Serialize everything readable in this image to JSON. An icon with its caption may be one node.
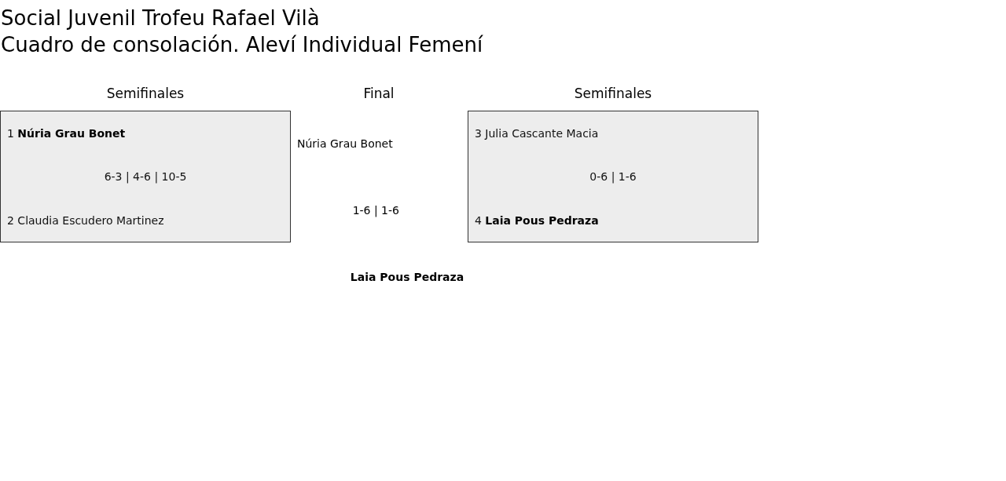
{
  "diagram": {
    "title": "Social Juvenil Trofeu Rafael Vilà",
    "nodes": [
      {
        "text": [
          "1 **Núria Grau Bonet**",
          "6-3 | 4-6 | 10-5",
          "2 Claudia Escudero Martinez"
        ]
      },
      {
        "text": [
          "3 Julia Cascante Macia",
          "0-6 | 1-6",
          "4 **Laia Pous Pedraza**"
        ]
      }
    ],
    "labels": [
      "Cuadro de consolación. Aleví Individual Femení",
      "Semifinales",
      "Final",
      "Semifinales",
      "Núria Grau Bonet",
      "1-6 | 1-6",
      "Laia Pous Pedraza"
    ]
  }
}
